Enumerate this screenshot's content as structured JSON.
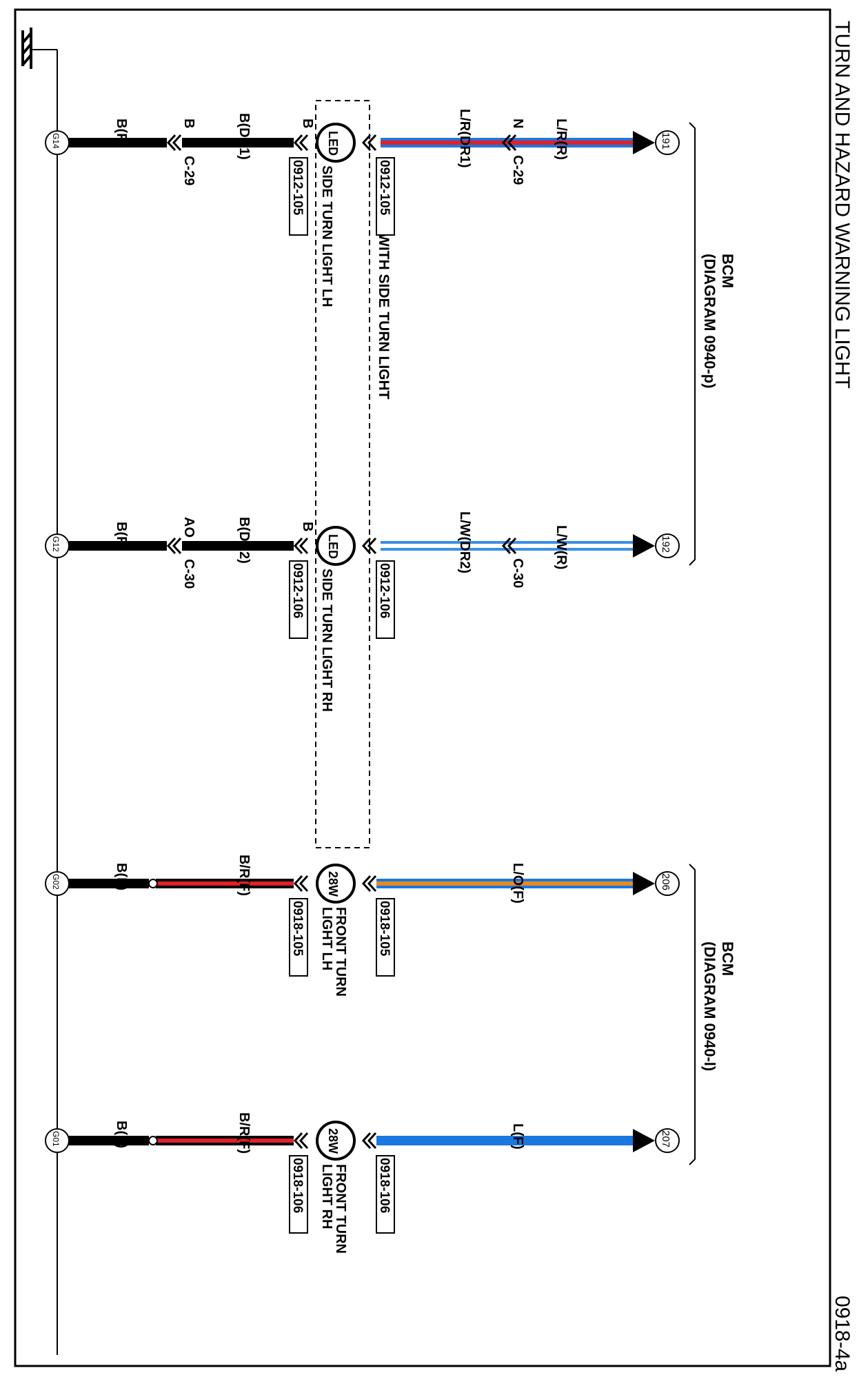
{
  "title": "TURN AND HAZARD WARNING LIGHT",
  "page_code": "0918-4a",
  "bcm_groups": [
    {
      "name": "BCM",
      "ref": "(DIAGRAM 0940-p)"
    },
    {
      "name": "BCM",
      "ref": "(DIAGRAM 0940-l)"
    }
  ],
  "optional_note": "WITH SIDE TURN LIGHT",
  "colors": {
    "black": "#000000",
    "red": "#e0202a",
    "blue": "#1a78e0",
    "light_blue": "#3a8fe8",
    "orange": "#e88a1c",
    "white": "#ffffff"
  },
  "circuits": [
    {
      "pin": "191",
      "wire_bcm": "L/R(R)",
      "wire_bcm_colors": [
        "blue",
        "red"
      ],
      "conn_upper": "C-29",
      "conn_upper_pin": "N",
      "wire_mid": "L/R(DR1)",
      "wire_mid_colors": [
        "blue",
        "red"
      ],
      "connector_in": "0912-105",
      "lamp_badge": "LED",
      "lamp_name": "SIDE TURN LIGHT LH",
      "connector_out": "0912-105",
      "wire_out_label": "B",
      "wire_out2": "B(DR1)",
      "conn_lower_pin": "B",
      "conn_lower": "C-29",
      "wire_ground": "B(R)",
      "ground": "G14"
    },
    {
      "pin": "192",
      "wire_bcm": "L/W(R)",
      "wire_bcm_colors": [
        "blue",
        "white"
      ],
      "conn_upper": "C-30",
      "conn_upper_pin": "",
      "wire_mid": "L/W(DR2)",
      "wire_mid_colors": [
        "blue",
        "white"
      ],
      "connector_in": "0912-106",
      "lamp_badge": "LED",
      "lamp_name": "SIDE TURN LIGHT RH",
      "connector_out": "0912-106",
      "wire_out_label": "B",
      "wire_out2": "B(DR2)",
      "conn_lower_pin": "AO",
      "conn_lower": "C-30",
      "wire_ground": "B(R)",
      "ground": "G12"
    },
    {
      "pin": "206",
      "wire_bcm": "L/O(F)",
      "wire_bcm_colors": [
        "blue",
        "orange"
      ],
      "connector_in": "0918-105",
      "lamp_badge": "28W",
      "lamp_name_1": "FRONT TURN",
      "lamp_name_2": "LIGHT LH",
      "connector_out": "0918-105",
      "wire_out2": "B/R(F)",
      "wire_ground": "B(F)",
      "ground": "G02"
    },
    {
      "pin": "207",
      "wire_bcm": "L(F)",
      "wire_bcm_colors": [
        "blue"
      ],
      "connector_in": "0918-106",
      "lamp_badge": "28W",
      "lamp_name_1": "FRONT TURN",
      "lamp_name_2": "LIGHT RH",
      "connector_out": "0918-106",
      "wire_out2": "B/R(F)",
      "wire_ground": "B(F)",
      "ground": "G01"
    }
  ]
}
